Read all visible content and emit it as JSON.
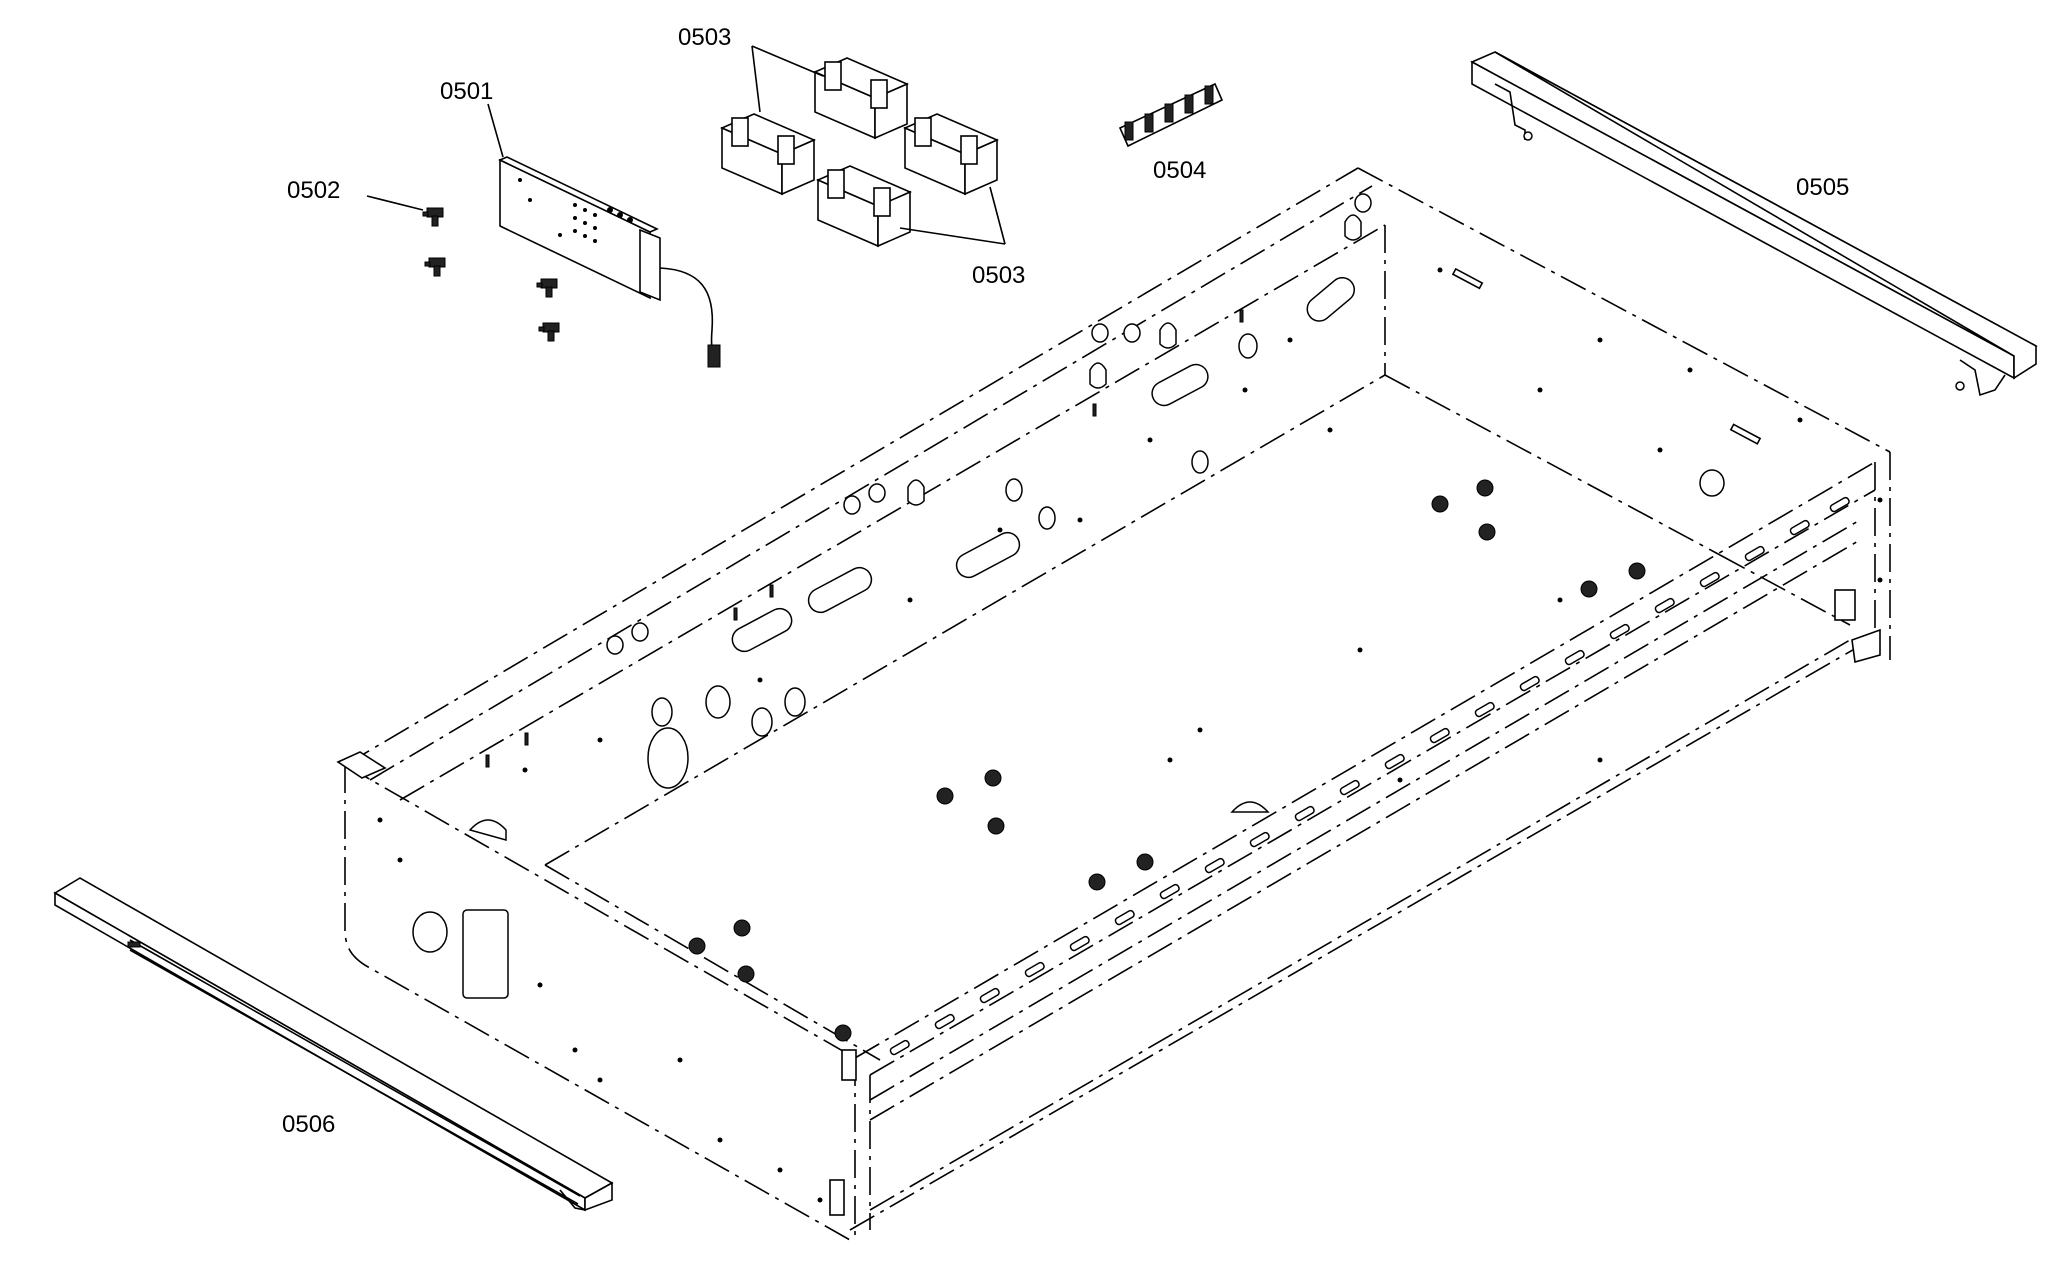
{
  "diagram": {
    "labels": {
      "p0501": "0501",
      "p0502": "0502",
      "p0503a": "0503",
      "p0503b": "0503",
      "p0504": "0504",
      "p0505": "0505",
      "p0506": "0506"
    },
    "colors": {
      "line": "#000000",
      "background": "#ffffff"
    }
  }
}
